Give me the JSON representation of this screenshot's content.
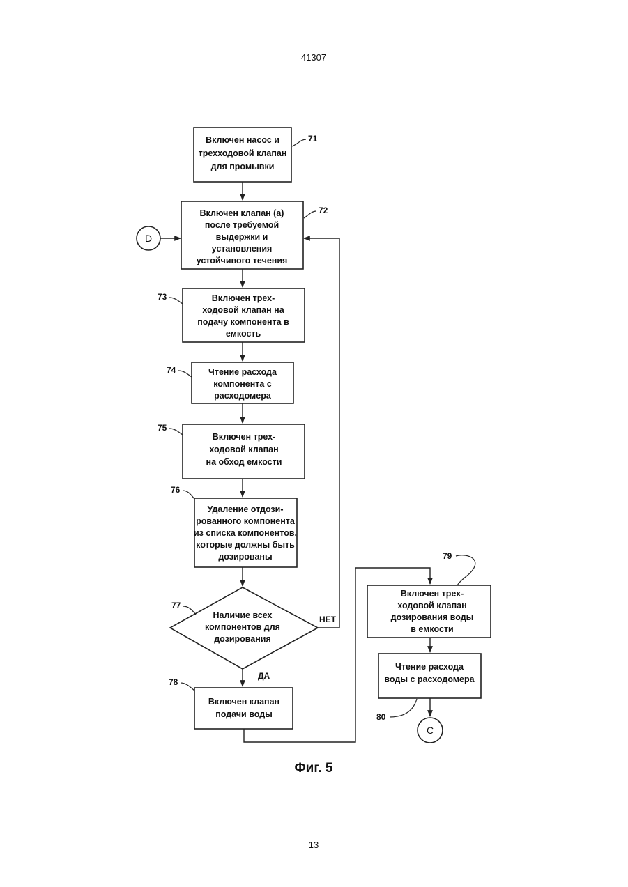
{
  "header": {
    "doc_number": "41307"
  },
  "footer": {
    "page_number": "13"
  },
  "figure": {
    "caption": "Фиг. 5"
  },
  "nodes": {
    "n71": {
      "ref": "71",
      "lines": [
        "Включен насос и",
        "трехходовой клапан",
        "для промывки"
      ]
    },
    "n72": {
      "ref": "72",
      "lines": [
        "Включен клапан (а)",
        "после требуемой",
        "выдержки и",
        "установления",
        "устойчивого течения"
      ]
    },
    "n73": {
      "ref": "73",
      "lines": [
        "Включен трех-",
        "ходовой клапан на",
        "подачу компонента в",
        "емкость"
      ]
    },
    "n74": {
      "ref": "74",
      "lines": [
        "Чтение расхода",
        "компонента с",
        "расходомера"
      ]
    },
    "n75": {
      "ref": "75",
      "lines": [
        "Включен трех-",
        "ходовой клапан",
        "на обход емкости"
      ]
    },
    "n76": {
      "ref": "76",
      "lines": [
        "Удаление отдози-",
        "рованного компонента",
        "из списка компонентов,",
        "которые должны быть",
        "дозированы"
      ]
    },
    "n77": {
      "ref": "77",
      "lines": [
        "Наличие всех",
        "компонентов для",
        "дозирования"
      ]
    },
    "n78": {
      "ref": "78",
      "lines": [
        "Включен клапан",
        "подачи воды"
      ]
    },
    "n79": {
      "ref": "79",
      "lines": [
        "Включен трех-",
        "ходовой клапан",
        "дозирования воды",
        "в емкости"
      ]
    },
    "n80": {
      "ref": "80",
      "lines": [
        "Чтение расхода",
        "воды с расходомера"
      ]
    }
  },
  "connectors": {
    "entry": "D",
    "exit": "C"
  },
  "edges": {
    "no_label": "НЕТ",
    "yes_label": "ДА"
  }
}
